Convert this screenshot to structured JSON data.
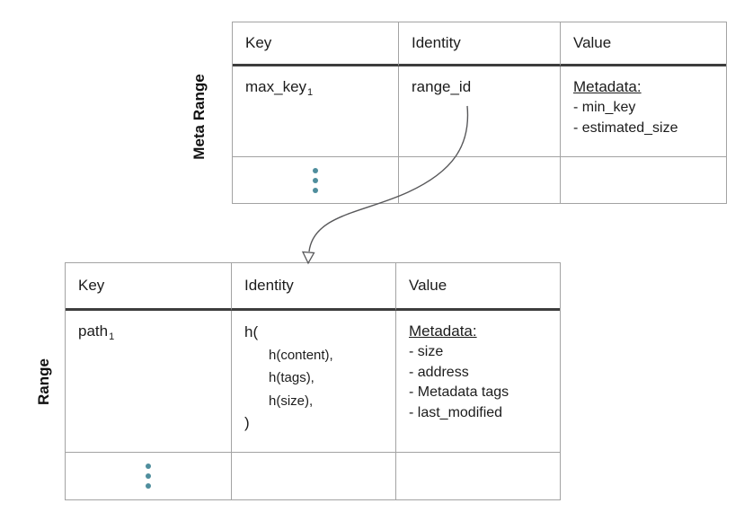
{
  "colors": {
    "dots": "#4f8e9d",
    "border_light": "#a3a3a3",
    "header_rule": "#3d3d3d",
    "arrow": "#58585a",
    "text": "#1c1c1c"
  },
  "meta_range_table": {
    "label": "Meta Range",
    "headers": [
      "Key",
      "Identity",
      "Value"
    ],
    "row": {
      "key_base": "max_key",
      "key_sub": "1",
      "identity": "range_id",
      "value_heading": "Metadata:",
      "value_items": [
        "- min_key",
        "- estimated_size"
      ]
    }
  },
  "range_table": {
    "label": "Range",
    "headers": [
      "Key",
      "Identity",
      "Value"
    ],
    "row": {
      "key_base": "path",
      "key_sub": "1",
      "identity_lines": [
        "h(",
        "h(content),",
        "h(tags),",
        "h(size),",
        ")"
      ],
      "value_heading": "Metadata:",
      "value_items": [
        "- size",
        "- address",
        "- Metadata tags",
        "- last_modified"
      ]
    }
  },
  "connector": {
    "from": "range_id",
    "to": "Range table"
  }
}
